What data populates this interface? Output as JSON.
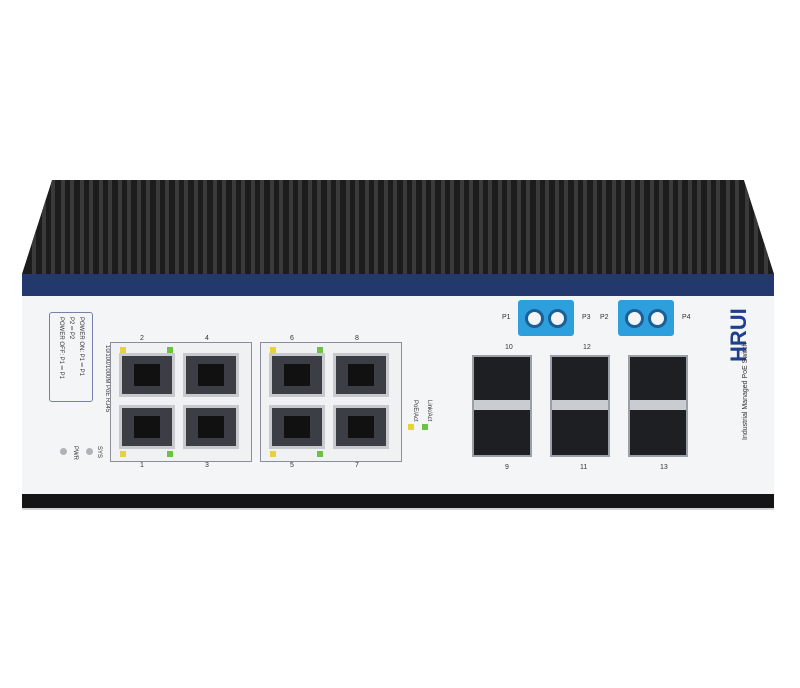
{
  "device": {
    "brand": "HRUI",
    "model_label": "Industrial Managed PoE Switch",
    "power_labels": [
      "POWER ON: P1 ═ P1",
      "P2 ═ P2",
      "POWER OFF: P1 ═ P1"
    ],
    "port_type_label": "10/100/1000M PoE RJ45",
    "status_leds": [
      "PWR",
      "SYS"
    ],
    "led_legend": [
      "PoE/Act",
      "Link/Act"
    ],
    "rj45_top_numbers": [
      "2",
      "4",
      "6",
      "8"
    ],
    "rj45_bottom_numbers": [
      "1",
      "3",
      "5",
      "7"
    ],
    "lc_labels": [
      "P1",
      "P3",
      "P2",
      "P4"
    ],
    "sfp_top_numbers": [
      "10",
      "12"
    ],
    "sfp_bottom_numbers": [
      "9",
      "11",
      "13"
    ],
    "colors": {
      "heatsink": "#1c1c1c",
      "stripe": "#23396e",
      "lc": "#2d9fdc",
      "panel": "#f4f5f7"
    }
  }
}
